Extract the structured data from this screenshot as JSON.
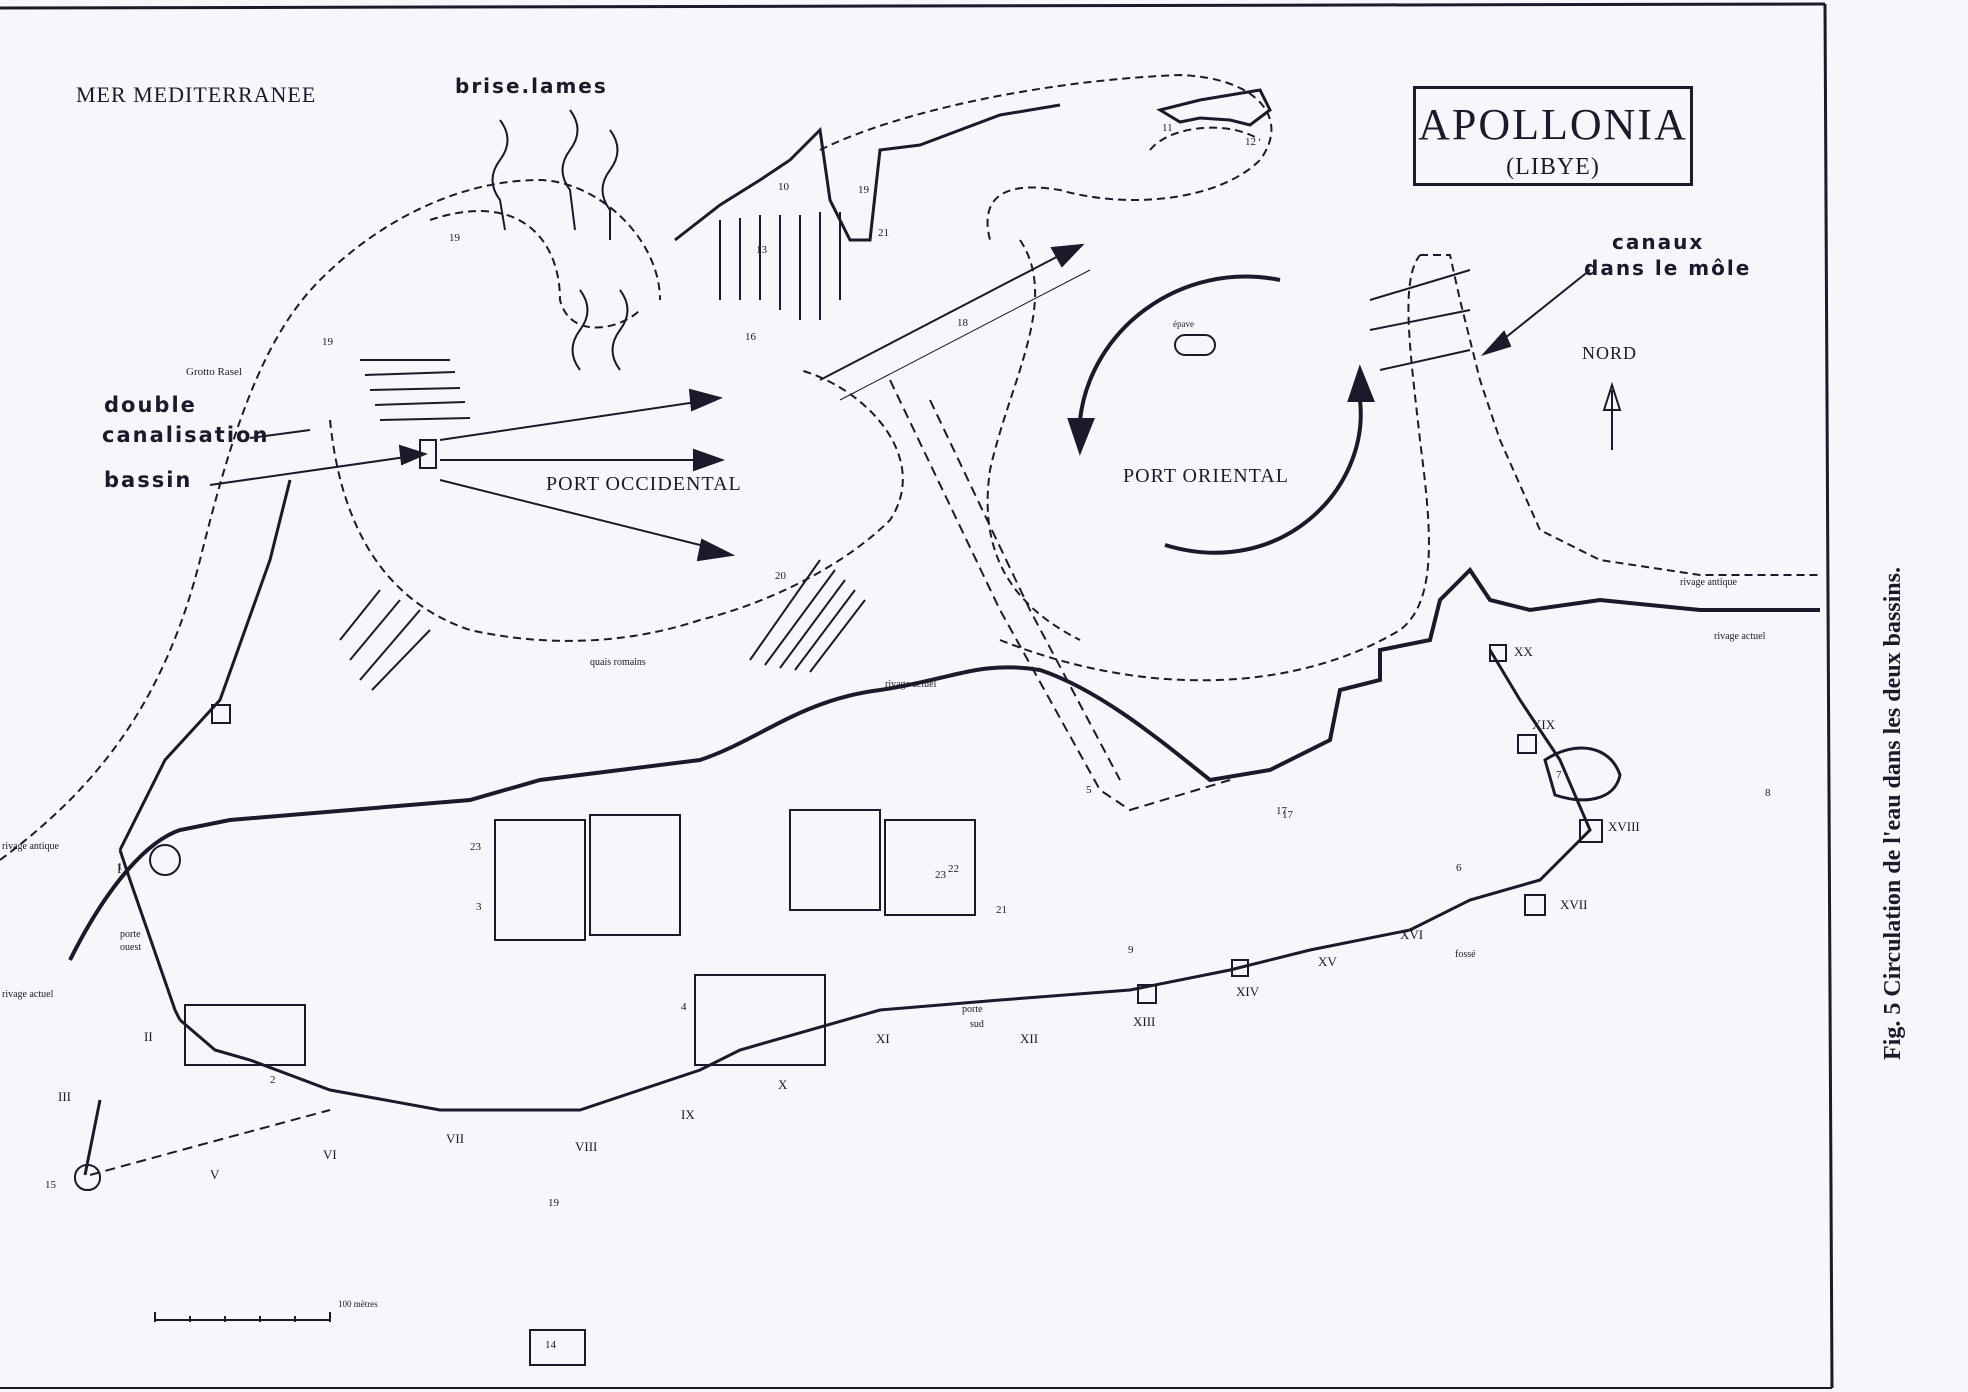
{
  "title": {
    "main": "APOLLONIA",
    "sub": "(LIBYE)"
  },
  "caption": "Fig. 5  Circulation de l'eau dans les deux bassins.",
  "labels": {
    "sea": "MER MEDITERRANEE",
    "breakwater": "brise.lames",
    "double_1": "double",
    "double_2": "canalisation",
    "bassin": "bassin",
    "port_west": "PORT OCCIDENTAL",
    "port_east": "PORT ORIENTAL",
    "canaux_1": "canaux",
    "canaux_2": "dans le môle",
    "north": "NORD",
    "grotto": "Grotto Rasel",
    "epave": "épave",
    "quais": "quais romains",
    "rivage_actuel_center": "rivage actuel",
    "rivage_antique_right": "rivage antique",
    "rivage_actuel_right": "rivage actuel",
    "rivage_antique_left": "rivage antique",
    "rivage_actuel_left": "rivage actuel",
    "porte_ouest_1": "porte",
    "porte_ouest_2": "ouest",
    "porte_sud_1": "porte",
    "porte_sud_2": "sud",
    "fossé": "fossé",
    "scale_end": "100 mètres"
  },
  "numbers": [
    "10",
    "19",
    "11",
    "12",
    "21",
    "13",
    "16",
    "19",
    "19",
    "1",
    "20",
    "18",
    "3",
    "23",
    "4",
    "22",
    "21",
    "17",
    "5",
    "6",
    "9",
    "7",
    "8",
    "19",
    "15",
    "14",
    "23",
    "2",
    "17"
  ],
  "towers": [
    "I",
    "II",
    "III",
    "V",
    "VI",
    "VII",
    "VIII",
    "IX",
    "X",
    "XI",
    "XII",
    "XIII",
    "XIV",
    "XV",
    "XVI",
    "XVII",
    "XVIII",
    "XIX",
    "XX"
  ],
  "colors": {
    "ink": "#1a1a2a",
    "paper": "#f6f6fb"
  }
}
